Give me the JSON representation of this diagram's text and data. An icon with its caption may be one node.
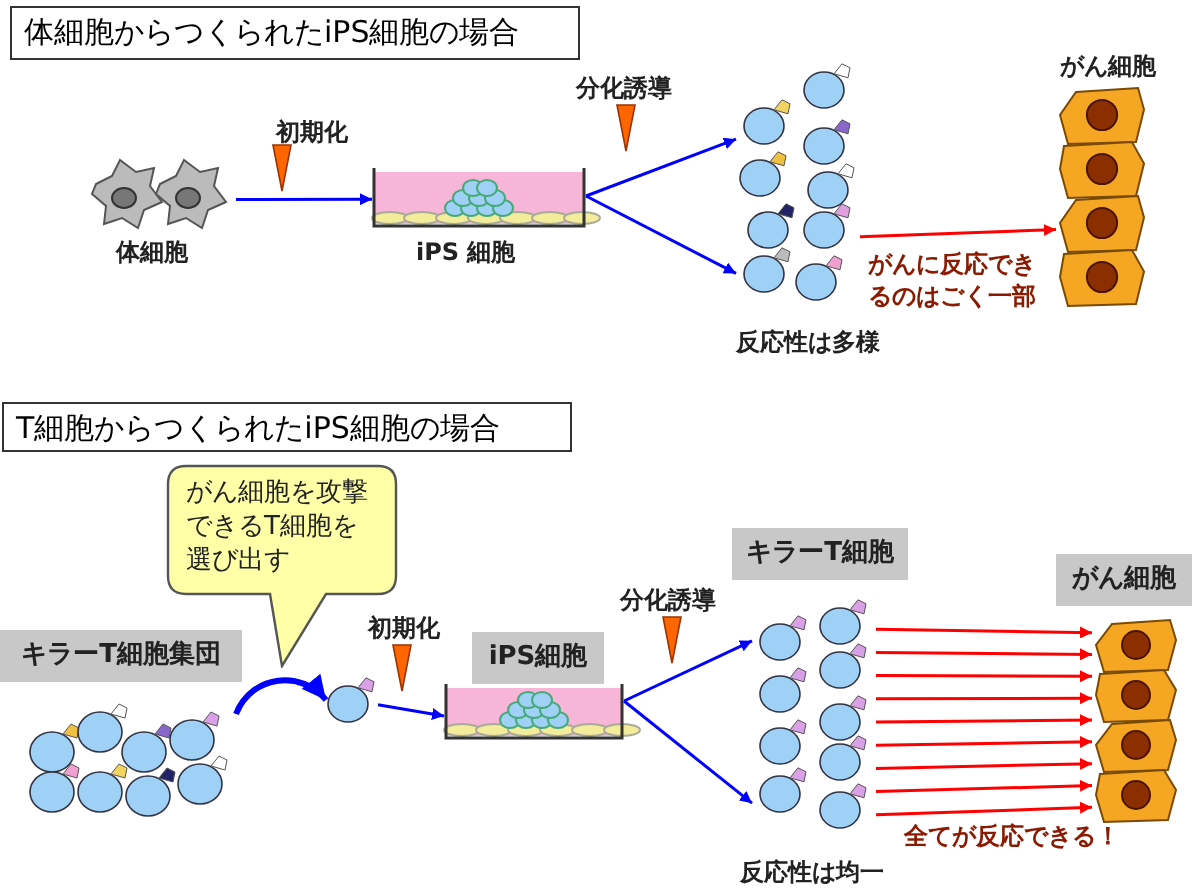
{
  "diagram": {
    "nodes": [
      {
        "text": [
          "体細胞からつくられたiPS細胞の場合"
        ]
      },
      {
        "text": [],
        "shape": "picture",
        "beside": [
          "体細胞"
        ]
      },
      {
        "text": [],
        "shape": "picture",
        "beside": [
          "iPS 細胞"
        ]
      },
      {
        "text": [],
        "shape": "picture",
        "beside": [
          "反応性は多様"
        ]
      },
      {
        "text": [],
        "shape": "picture",
        "beside": [
          "がん細胞"
        ]
      },
      {
        "text": [
          "T細胞からつくられたiPS細胞の場合"
        ]
      },
      {
        "text": [
          "がん細胞を攻撃できるT細胞を選び出す"
        ]
      },
      {
        "text": [
          "キラーT細胞集団"
        ]
      },
      {
        "text": [],
        "shape": "picture"
      },
      {
        "text": [],
        "shape": "circle"
      },
      {
        "text": [
          "iPS細胞"
        ]
      },
      {
        "text": [],
        "shape": "picture"
      },
      {
        "text": [
          "キラーT細胞"
        ]
      },
      {
        "text": [],
        "shape": "picture",
        "beside": [
          "反応性は均一"
        ]
      },
      {
        "text": [
          "がん細胞"
        ]
      },
      {
        "text": [],
        "shape": "picture"
      }
    ],
    "edges": [
      {
        "from": 1,
        "to": 2,
        "arrow": "to",
        "color": "#0000ff"
      },
      {
        "from": 2,
        "to": 3,
        "arrow": "to",
        "color": "#0000ff"
      },
      {
        "from": 2,
        "to": 3,
        "arrow": "to",
        "color": "#0000ff"
      },
      {
        "from": 3,
        "to": 4,
        "arrow": "to",
        "label": "がんに反応できるのはごく一部",
        "color": "#ff0000"
      },
      {
        "from": 8,
        "to": 9,
        "arrow": "to",
        "style": "thick",
        "color": "#0000ff"
      },
      {
        "from": 9,
        "to": 11,
        "arrow": "to",
        "color": "#0000ff"
      },
      {
        "from": 11,
        "to": 13,
        "arrow": "to",
        "color": "#0000ff"
      },
      {
        "from": 11,
        "to": 13,
        "arrow": "to",
        "color": "#0000ff"
      },
      {
        "from": 13,
        "to": 15,
        "arrow": "to",
        "color": "#ff0000"
      },
      {
        "from": 13,
        "to": 15,
        "arrow": "to",
        "color": "#ff0000"
      },
      {
        "from": 13,
        "to": 15,
        "arrow": "to",
        "color": "#ff0000"
      },
      {
        "from": 13,
        "to": 15,
        "arrow": "to",
        "color": "#ff0000"
      },
      {
        "from": 13,
        "to": 15,
        "arrow": "to",
        "color": "#ff0000"
      },
      {
        "from": 13,
        "to": 15,
        "arrow": "to",
        "color": "#ff0000"
      },
      {
        "from": 13,
        "to": 15,
        "arrow": "to",
        "color": "#ff0000"
      },
      {
        "from": 13,
        "to": 15,
        "arrow": "to",
        "color": "#ff0000"
      },
      {
        "from": 13,
        "to": 15,
        "arrow": "to",
        "color": "#ff0000"
      }
    ],
    "labels": [
      "初期化",
      "分化誘導",
      "初期化",
      "分化誘導",
      "全てが反応できる！"
    ]
  }
}
